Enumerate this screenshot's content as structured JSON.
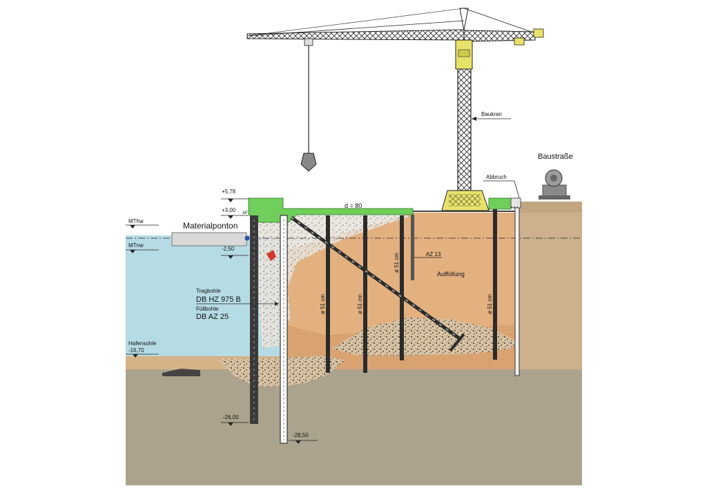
{
  "labels": {
    "crane": "Baukran",
    "road": "Baustraße",
    "demolition": "Abbruch",
    "pontoon": "Materialponton",
    "mthw": "MThw",
    "mtnw": "MTnw",
    "level_578": "+5,78",
    "level_300": "+3,00",
    "af": "AF",
    "level_250": "-2,50",
    "deck_thickness": "d = 80",
    "sheet_az13": "AZ 13",
    "fill": "Auffüllung",
    "king_pile_title": "Tragbohle",
    "king_pile_type": "DB HZ 975 B",
    "filler_pile_title": "Füllbohle",
    "filler_pile_type": "DB AZ 25",
    "harbour_bed": "Hafensohle",
    "level_1670": "-16,70",
    "level_2600": "-26,00",
    "level_2850": "-28,50",
    "pile_diameter": "ø 51 cm"
  },
  "colors": {
    "water": "#b5dbe4",
    "fill": "#e3b07f",
    "fill_dark": "#d9a371",
    "subsoil": "#aba38d",
    "sand": "#d6b288",
    "deck": "#6fcf5a",
    "crane_yellow": "#e8e26a",
    "steel": "#3a3a3a",
    "quay_wall": "#cdb08c"
  }
}
